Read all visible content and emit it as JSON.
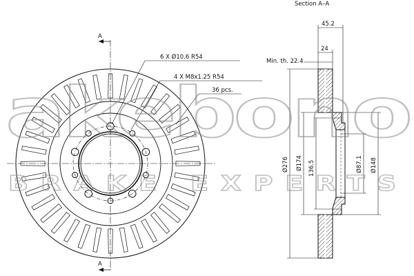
{
  "section_title": "Section A–A",
  "section_markers": {
    "top": "A",
    "bottom": "A"
  },
  "callouts": {
    "holes": "6 X Ø10.6 R54",
    "threads": "4 X M8x1.25 R54",
    "vents": "36 pcs."
  },
  "dimensions": {
    "total_height": "45.2",
    "disc_thickness": "24",
    "min_thickness": "Min. th. 22.4",
    "outer_diameter": "Ø276",
    "d174": "Ø174",
    "d136": "136.5",
    "center_bore": "Ø87.1",
    "hat_diameter": "Ø148"
  },
  "watermark": {
    "brand": "akebono",
    "tagline": "BRAKE EXPERTS"
  },
  "colors": {
    "line": "#111111",
    "watermark": "#8a8a8a"
  }
}
